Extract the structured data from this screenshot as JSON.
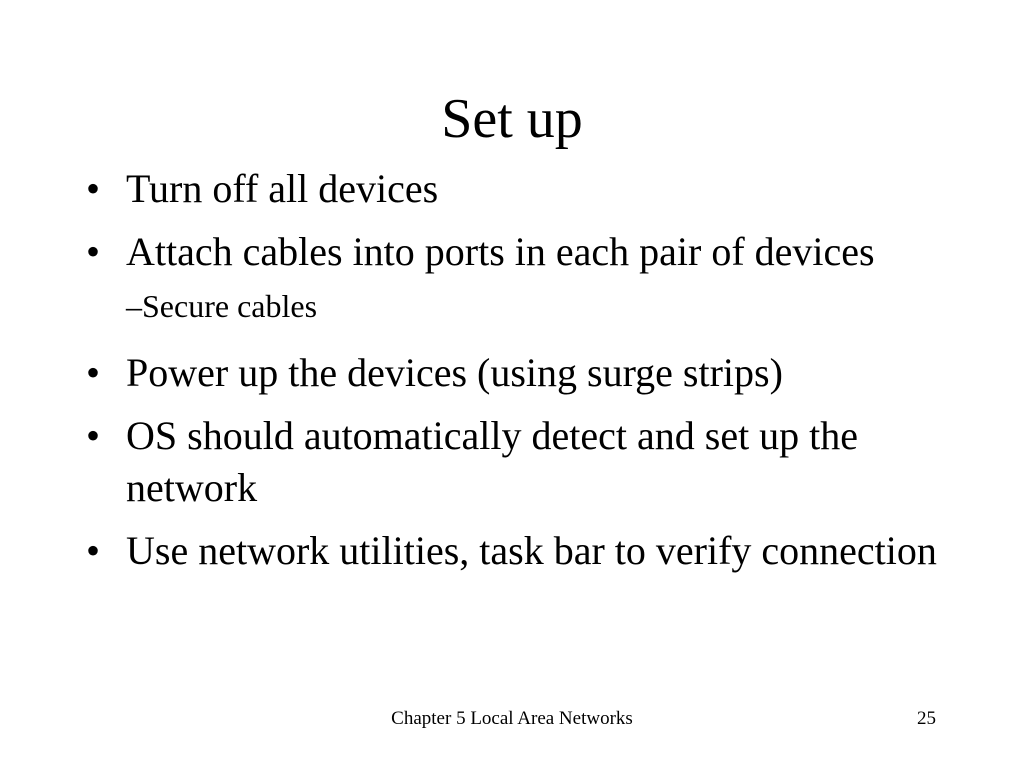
{
  "slide": {
    "title": "Set up",
    "bullet_marker": "•",
    "sub_marker": "–",
    "bullets": [
      {
        "text": "Turn off all devices"
      },
      {
        "text": "Attach cables into ports in each pair of devices",
        "sub": [
          "Secure cables"
        ]
      },
      {
        "text": "Power up the devices (using surge strips)"
      },
      {
        "text": "OS should automatically detect and set up the network"
      },
      {
        "text": "Use network utilities, task bar to verify connection"
      }
    ],
    "footer": {
      "chapter": "Chapter 5 Local Area Networks",
      "page_number": "25"
    }
  }
}
